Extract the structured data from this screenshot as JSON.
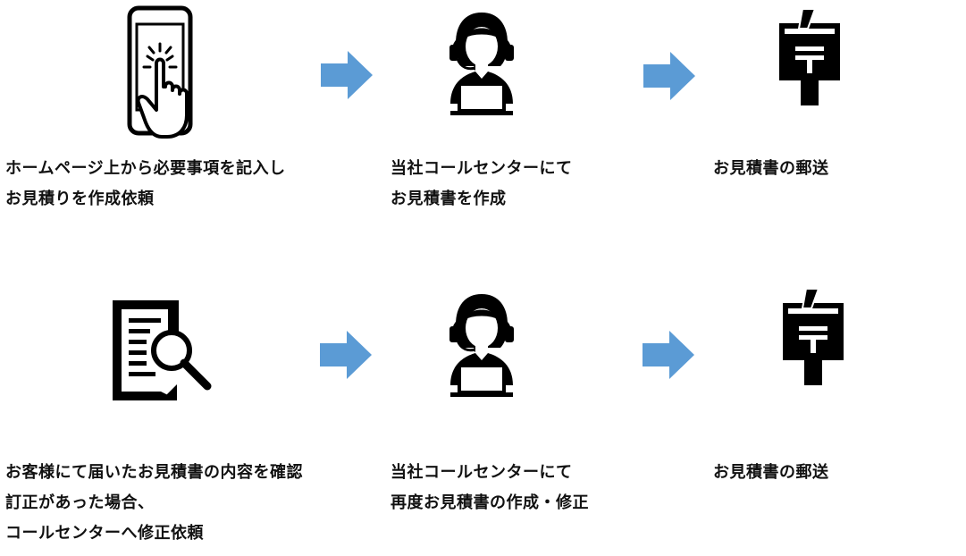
{
  "row1": {
    "step1": {
      "icon": "smartphone-tap-icon",
      "lines": [
        "ホームページ上から必要事項を記入し",
        "お見積りを作成依頼"
      ]
    },
    "step2": {
      "icon": "call-center-operator-icon",
      "lines": [
        "当社コールセンターにて",
        "お見積書を作成"
      ]
    },
    "step3": {
      "icon": "postbox-icon",
      "lines": [
        "お見積書の郵送"
      ]
    }
  },
  "row2": {
    "step1": {
      "icon": "document-search-icon",
      "lines": [
        "お客様にて届いたお見積書の内容を確認",
        "訂正があった場合、",
        "コールセンターへ修正依頼"
      ]
    },
    "step2": {
      "icon": "call-center-operator-icon",
      "lines": [
        "当社コールセンターにて",
        "再度お見積書の作成・修正"
      ]
    },
    "step3": {
      "icon": "postbox-icon",
      "lines": [
        "お見積書の郵送"
      ]
    }
  },
  "colors": {
    "arrow": "#5b9bd5",
    "icon": "#000000",
    "text": "#111111"
  }
}
